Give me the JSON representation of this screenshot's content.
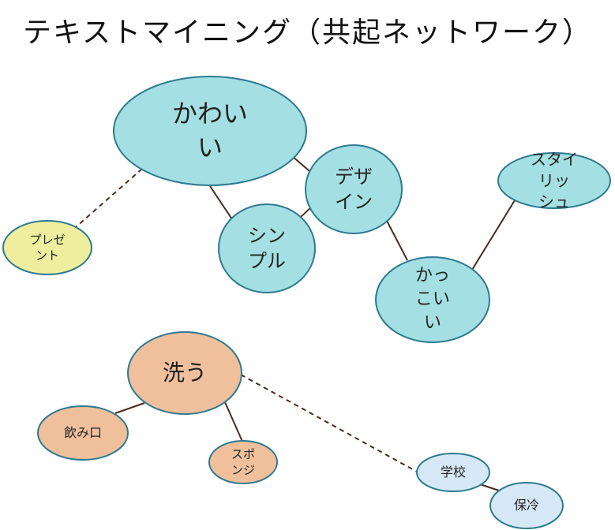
{
  "title": "テキストマイニング（共起ネットワーク）",
  "colors": {
    "blue_fill": "#a3dfe3",
    "blue_stroke": "#2e7a90",
    "yellow_fill": "#eeee9e",
    "yellow_stroke": "#2e7a90",
    "orange_fill": "#f0c09c",
    "orange_stroke": "#2e7a90",
    "light_fill": "#d6e8f6",
    "light_stroke": "#2e7a90",
    "edge": "#4a2b1a"
  },
  "nodes": {
    "kawaii": {
      "label": "かわい\nい"
    },
    "design": {
      "label": "デザ\nイン"
    },
    "simple": {
      "label": "シン\nプル"
    },
    "present": {
      "label": "プレゼ\nント"
    },
    "kakkoii": {
      "label": "かっ\nこい\nい"
    },
    "stylish": {
      "label": "スタイ\nリッ\nシュ"
    },
    "arau": {
      "label": "洗う"
    },
    "nomikuchi": {
      "label": "飲み口"
    },
    "sponge": {
      "label": "スポ\nンジ"
    },
    "gakkou": {
      "label": "学校"
    },
    "horei": {
      "label": "保冷"
    }
  }
}
